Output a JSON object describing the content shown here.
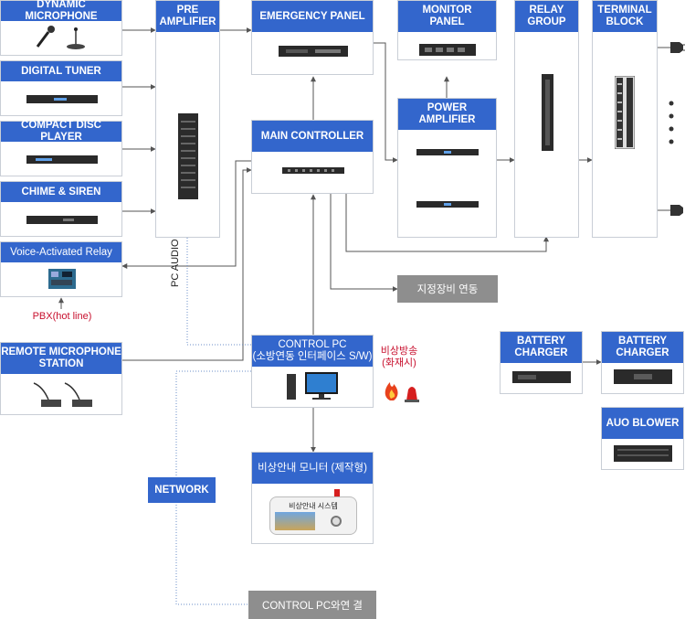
{
  "nodes": {
    "dynamic_microphone": "DYNAMIC MICROPHONE",
    "digital_tuner": "DIGITAL TUNER",
    "compact_disc_player": "COMPACT DISC PLAYER",
    "chime_siren": "CHIME & SIREN",
    "voice_activated_relay": "Voice-Activated Relay",
    "remote_mic_station_1": "REMOTE MICROPHONE",
    "remote_mic_station_2": "STATION",
    "pre_amplifier_1": "PRE",
    "pre_amplifier_2": "AMPLIFIER",
    "emergency_panel": "EMERGENCY PANEL",
    "main_controller": "MAIN CONTROLLER",
    "monitor_panel_1": "MONITOR",
    "monitor_panel_2": "PANEL",
    "power_amplifier_1": "POWER",
    "power_amplifier_2": "AMPLIFIER",
    "relay_group_1": "RELAY",
    "relay_group_2": "GROUP",
    "terminal_block_1": "TERMINAL",
    "terminal_block_2": "BLOCK",
    "control_pc_1": "CONTROL PC",
    "control_pc_2": "(소방연동 인터페이스 S/W)",
    "monitor_product": "비상안내 모니터 (제작형)",
    "monitor_screen_title": "비상안내 시스템",
    "battery_charger_1a": "BATTERY",
    "battery_charger_1b": "CHARGER",
    "battery_charger_2a": "BATTERY",
    "battery_charger_2b": "CHARGER",
    "auo_blower": "AUO BLOWER"
  },
  "labels": {
    "pbx": "PBX(hot line)",
    "pc_audio": "PC AUDIO",
    "fire_broadcast_1": "비상방송",
    "fire_broadcast_2": "(화재시)",
    "designated_equipment": "지정장비 연동",
    "network": "NETWORK",
    "control_pc_link": "CONTROL PC와연 결"
  },
  "colors": {
    "header_blue": "#3366cc",
    "gray_label": "#8e8e8e",
    "red_text": "#c8102e",
    "line": "#555555"
  }
}
